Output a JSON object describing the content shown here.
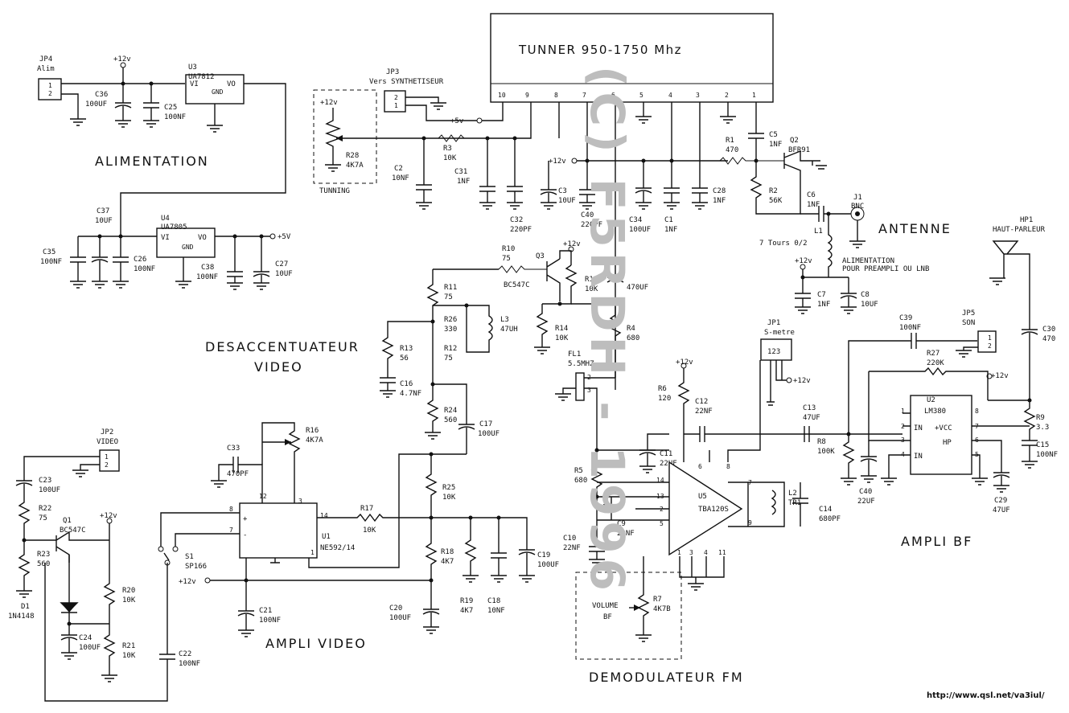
{
  "sections": {
    "alimentation": "ALIMENTATION",
    "antenne": "ANTENNE",
    "desaccentuateur_1": "DESACCENTUATEUR",
    "desaccentuateur_2": "VIDEO",
    "ampli_video": "AMPLI VIDEO",
    "demodulateur": "DEMODULATEUR FM",
    "ampli_bf": "AMPLI BF"
  },
  "watermark": "(C) F5RDH - 1996",
  "url": "http://www.qsl.net/va3iul/",
  "tuner": {
    "title": "TUNNER 950-1750 Mhz",
    "pins": [
      "10",
      "9",
      "8",
      "7",
      "6",
      "5",
      "4",
      "3",
      "2",
      "1"
    ]
  },
  "labels": {
    "jp4_name": "JP4",
    "jp4_desc": "Alim",
    "u3_name": "U3",
    "u3_part": "UA7812",
    "u4_name": "U4",
    "u4_part": "UA7805",
    "vi": "VI",
    "vo": "VO",
    "gnd": "GND",
    "plus12": "+12v",
    "plus5": "+5V",
    "plus5v": "+5v",
    "c36": "C36",
    "c36v": "100UF",
    "c25": "C25",
    "c25v": "100NF",
    "c37": "C37",
    "c37v": "10UF",
    "c35": "C35",
    "c35v": "100NF",
    "c26": "C26",
    "c26v": "100NF",
    "c38": "C38",
    "c38v": "100NF",
    "c27": "C27",
    "c27v": "10UF",
    "jp3_name": "JP3",
    "jp3_desc": "Vers SYNTHETISEUR",
    "r28": "R28",
    "r28v": "4K7A",
    "tunning": "TUNNING",
    "r3": "R3",
    "r3v": "10K",
    "c2": "C2",
    "c2v": "10NF",
    "c31": "C31",
    "c31v": "1NF",
    "c32": "C32",
    "c32v": "220PF",
    "c3": "C3",
    "c3v": "10UF",
    "c40t": "C40",
    "c40tv": "220PF",
    "c34": "C34",
    "c34v": "100UF",
    "c1": "C1",
    "c1v": "1NF",
    "c28": "C28",
    "c28v": "1NF",
    "r1": "R1",
    "r1v": "470",
    "c5": "C5",
    "c5v": "1NF",
    "q2": "Q2",
    "q2v": "BFR91",
    "r2": "R2",
    "r2v": "56K",
    "c6": "C6",
    "c6v": "1NF",
    "j1": "J1",
    "j1v": "BNC",
    "l1": "L1",
    "l1v": "7 Tours 0/2",
    "alim1": "ALIMENTATION",
    "alim2": "POUR PREAMPLI OU LNB",
    "c7": "C7",
    "c7v": "1NF",
    "c8": "C8",
    "c8v": "10UF",
    "hp1": "HP1",
    "hp1v": "HAUT-PARLEUR",
    "r10": "R10",
    "r10v": "75",
    "q3": "Q3",
    "q3v": "BC547C",
    "r15": "R15",
    "r15v": "10K",
    "c4": "C4",
    "c4v": "470UF",
    "r11": "R11",
    "r11v": "75",
    "r26": "R26",
    "r26v": "330",
    "l3": "L3",
    "l3v": "47UH",
    "r13": "R13",
    "r13v": "56",
    "r12": "R12",
    "r12v": "75",
    "c16": "C16",
    "c16v": "4.7NF",
    "r14": "R14",
    "r14v": "10K",
    "r4": "R4",
    "r4v": "680",
    "r24": "R24",
    "r24v": "560",
    "c17": "C17",
    "c17v": "100UF",
    "fl1": "FL1",
    "fl1v": "5.5MHZ",
    "jp1": "JP1",
    "jp1v": "S-metre",
    "jp1p": "123",
    "jp5": "JP5",
    "jp5v": "SON",
    "c39": "C39",
    "c39v": "100NF",
    "c30": "C30",
    "c30v": "470",
    "r27": "R27",
    "r27v": "220K",
    "r6": "R6",
    "r6v": "120",
    "c12": "C12",
    "c12v": "22NF",
    "c13": "C13",
    "c13v": "47UF",
    "u2": "U2",
    "u2v": "LM380",
    "in": "IN",
    "vcc": "+VCC",
    "hp": "HP",
    "r9": "R9",
    "r9v": "3.3",
    "c15": "C15",
    "c15v": "100NF",
    "r8": "R8",
    "r8v": "100K",
    "c40": "C40",
    "c40v": "22UF",
    "c29": "C29",
    "c29v": "47UF",
    "c11": "C11",
    "c11v": "22UF",
    "r5": "R5",
    "r5v": "680",
    "c9": "C9",
    "c9v": "22NF",
    "c10": "C10",
    "c10v": "22NF",
    "u5": "U5",
    "u5v": "TBA120S",
    "l2": "L2",
    "l2v": "TR1",
    "c14": "C14",
    "c14v": "680PF",
    "r7": "R7",
    "r7v": "4K7B",
    "volume": "VOLUME",
    "bf": "BF",
    "jp2": "JP2",
    "jp2v": "VIDEO",
    "c23": "C23",
    "c23v": "100UF",
    "r22": "R22",
    "r22v": "75",
    "q1": "Q1",
    "q1v": "BC547C",
    "r23": "R23",
    "r23v": "560",
    "d1": "D1",
    "d1v": "1N4148",
    "r20": "R20",
    "r20v": "10K",
    "c24": "C24",
    "c24v": "100UF",
    "r21": "R21",
    "r21v": "10K",
    "c22": "C22",
    "c22v": "100NF",
    "c33": "C33",
    "c33v": "470PF",
    "r16": "R16",
    "r16v": "4K7A",
    "u1": "U1",
    "u1v": "NE592/14",
    "r17": "R17",
    "r17v": "10K",
    "s1": "S1",
    "s1v": "SP166",
    "r25": "R25",
    "r25v": "10K",
    "r18": "R18",
    "r18v": "4K7",
    "r19": "R19",
    "r19v": "4K7",
    "c18": "C18",
    "c18v": "10NF",
    "c19": "C19",
    "c19v": "100UF",
    "c20": "C20",
    "c20v": "100UF",
    "c21": "C21",
    "c21v": "100NF"
  }
}
